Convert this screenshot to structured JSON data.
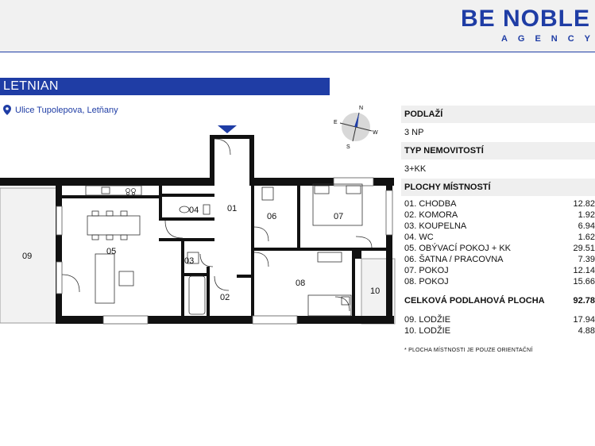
{
  "brand": {
    "name": "BE NOBLE",
    "sub": "AGENCY",
    "color": "#1f3da5"
  },
  "title": "LETNIAN",
  "location": {
    "icon": "map-pin-icon",
    "text": "Ulice Tupolepova, Letňany"
  },
  "compass": {
    "n": "N",
    "e": "E",
    "w": "W",
    "s": "S"
  },
  "plan": {
    "rooms": [
      {
        "id": "01",
        "label": "01"
      },
      {
        "id": "02",
        "label": "02"
      },
      {
        "id": "03",
        "label": "03"
      },
      {
        "id": "04",
        "label": "04"
      },
      {
        "id": "05",
        "label": "05"
      },
      {
        "id": "06",
        "label": "06"
      },
      {
        "id": "07",
        "label": "07"
      },
      {
        "id": "08",
        "label": "08"
      },
      {
        "id": "09",
        "label": "09"
      },
      {
        "id": "10",
        "label": "10"
      }
    ]
  },
  "info": {
    "floor_label": "PODLAŽÍ",
    "floor_value": "3 NP",
    "type_label": "TYP NEMOVITOSTÍ",
    "type_value": "3+KK",
    "rooms_label": "PLOCHY MÍSTNOSTÍ",
    "rooms": [
      {
        "name": "01. CHODBA",
        "area": "12.82"
      },
      {
        "name": "02. KOMORA",
        "area": "1.92"
      },
      {
        "name": "03. KOUPELNA",
        "area": "6.94"
      },
      {
        "name": "04. WC",
        "area": "1.62"
      },
      {
        "name": "05. OBÝVACÍ POKOJ + KK",
        "area": "29.51"
      },
      {
        "name": "06. ŠATNA / PRACOVNA",
        "area": "7.39"
      },
      {
        "name": "07. POKOJ",
        "area": "12.14"
      },
      {
        "name": "08. POKOJ",
        "area": "15.66"
      }
    ],
    "total_label": "CELKOVÁ PODLAHOVÁ PLOCHA",
    "total_value": "92.78",
    "lodzie": [
      {
        "name": "09. LODŽIE",
        "area": "17.94"
      },
      {
        "name": "10. LODŽIE",
        "area": "4.88"
      }
    ],
    "note": "* PLOCHA MÍSTNOSTI JE POUZE ORIENTAČNÍ"
  }
}
